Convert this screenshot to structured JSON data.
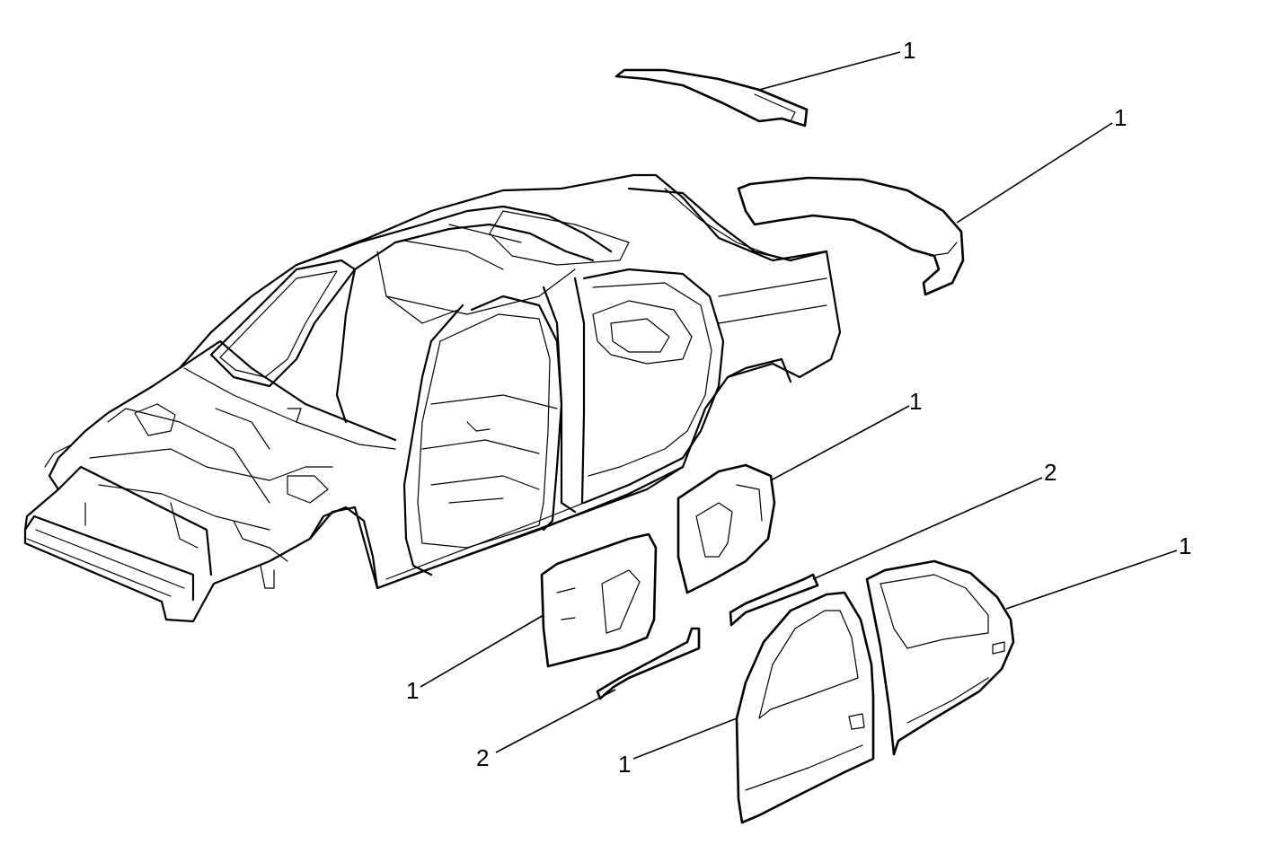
{
  "callouts": [
    {
      "id": "roof-rail",
      "label": "1"
    },
    {
      "id": "quarter-panel",
      "label": "1"
    },
    {
      "id": "center-pillar-inner",
      "label": "1"
    },
    {
      "id": "rocker-reinforcement-rear",
      "label": "2"
    },
    {
      "id": "rear-door",
      "label": "1"
    },
    {
      "id": "front-pillar-inner",
      "label": "1"
    },
    {
      "id": "rocker-reinforcement-front",
      "label": "2"
    },
    {
      "id": "front-door",
      "label": "1"
    }
  ]
}
